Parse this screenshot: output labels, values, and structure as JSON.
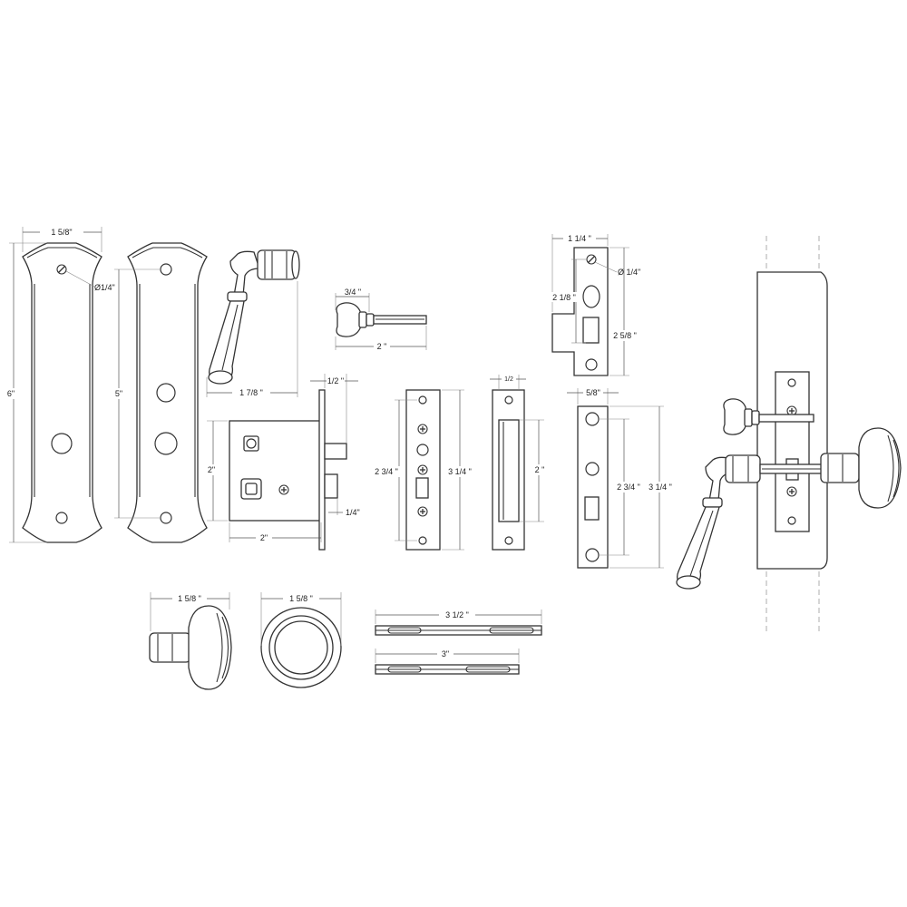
{
  "dimensions": {
    "plate_width": "1 5/8\"",
    "plate_hole_dia": "Ø1/4\"",
    "plate_height": "6\"",
    "plate_hole_spacing": "5\"",
    "lever_length": "1 7/8 \"",
    "thumbturn_dia": "3/4 \"",
    "thumbturn_length": "2 \"",
    "lock_faceplate_offset": "1/2 \"",
    "lock_body_height": "2\"",
    "lock_body_width": "2\"",
    "lock_bolt_throw": "1/4\"",
    "faceplate_hole_spacing": "2 3/4 \"",
    "faceplate_height": "3 1/4 \"",
    "faceplate2_width": "1/2",
    "faceplate2_inner": "2 \"",
    "strike_width": "1 1/4 \"",
    "strike_hole_dia": "Ø 1/4\"",
    "strike_inner": "2 1/8 \"",
    "strike_height": "2 5/8 \"",
    "strike_plate_width": "5/8\"",
    "strike_plate_spacing": "2 3/4 \"",
    "strike_plate_height": "3 1/4 \"",
    "knob_dia": "1 5/8 \"",
    "rose_dia": "1 5/8 \"",
    "spindle_long": "3 1/2 \"",
    "spindle_short": "3\""
  }
}
